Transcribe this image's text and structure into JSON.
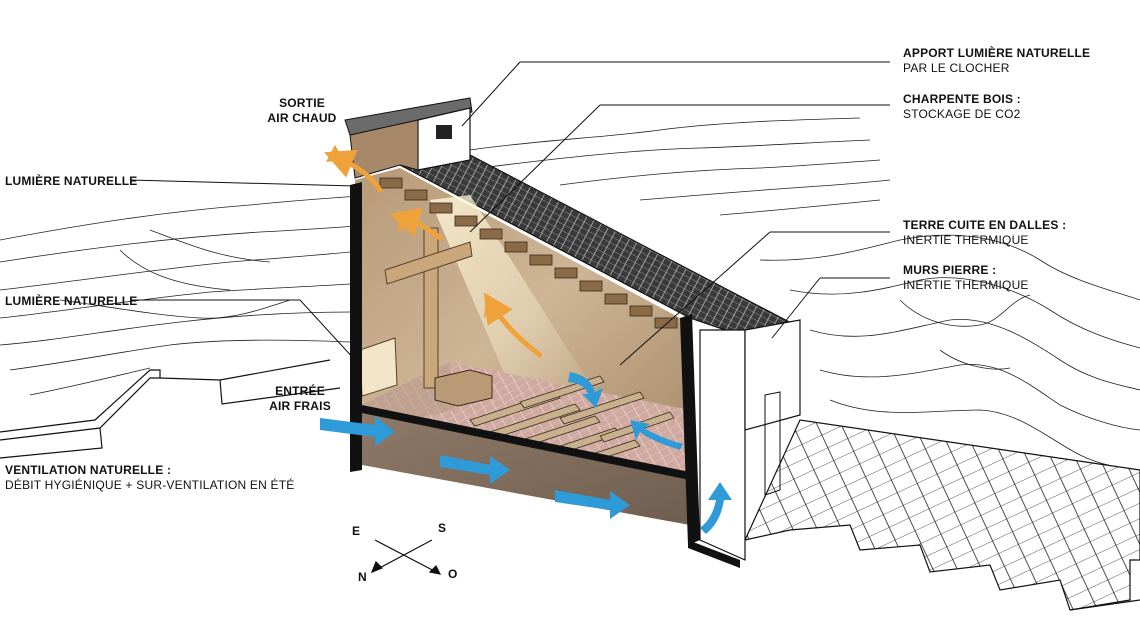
{
  "annotations": {
    "sortie": {
      "line1": "SORTIE",
      "line2": "AIR CHAUD"
    },
    "lumiere_1": "LUMIÈRE NATURELLE",
    "lumiere_2": "LUMIÈRE NATURELLE",
    "entree": {
      "line1": "ENTRÉE",
      "line2": "AIR FRAIS"
    },
    "ventilation": {
      "title": "VENTILATION NATURELLE :",
      "detail": "DÉBIT HYGIÉNIQUE + SUR-VENTILATION EN ÉTÉ"
    },
    "apport": {
      "title": "APPORT LUMIÈRE NATURELLE",
      "detail": "PAR LE CLOCHER"
    },
    "charpente": {
      "title": "CHARPENTE BOIS :",
      "detail": "STOCKAGE DE CO2"
    },
    "terre": {
      "title": "TERRE CUITE EN DALLES :",
      "detail": "INERTIE THERMIQUE"
    },
    "murs": {
      "title": "MURS PIERRE :",
      "detail": "INERTIE THERMIQUE"
    }
  },
  "compass": {
    "e": "E",
    "s": "S",
    "n": "N",
    "o": "O"
  },
  "colors": {
    "warm_air": "#f0a23a",
    "cool_air": "#2f9ad8",
    "wood": "#c9a77a",
    "floor_tile": "#c9a39a",
    "wall": "#111111"
  }
}
